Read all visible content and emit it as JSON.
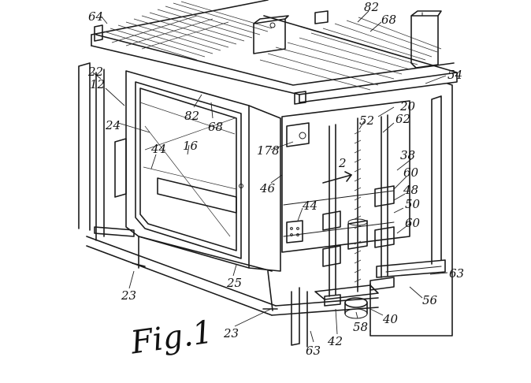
{
  "figure": {
    "caption": "Fig.1"
  },
  "reference_numerals": {
    "r64": "64",
    "r82a": "82",
    "r68a": "68",
    "r54": "54",
    "r22": "22",
    "r12": "12",
    "r20": "20",
    "r52": "52",
    "r62": "62",
    "r82b": "82",
    "r68b": "68",
    "r24": "24",
    "r16": "16",
    "r178": "178",
    "r44a": "44",
    "r46": "46",
    "r2": "2",
    "r38": "38",
    "r60a": "60",
    "r48": "48",
    "r50": "50",
    "r60b": "60",
    "r44b": "44",
    "r25": "25",
    "r63a": "63",
    "r56": "56",
    "r23a": "23",
    "r23b": "23",
    "r40": "40",
    "r58": "58",
    "r42": "42",
    "r63b": "63"
  }
}
